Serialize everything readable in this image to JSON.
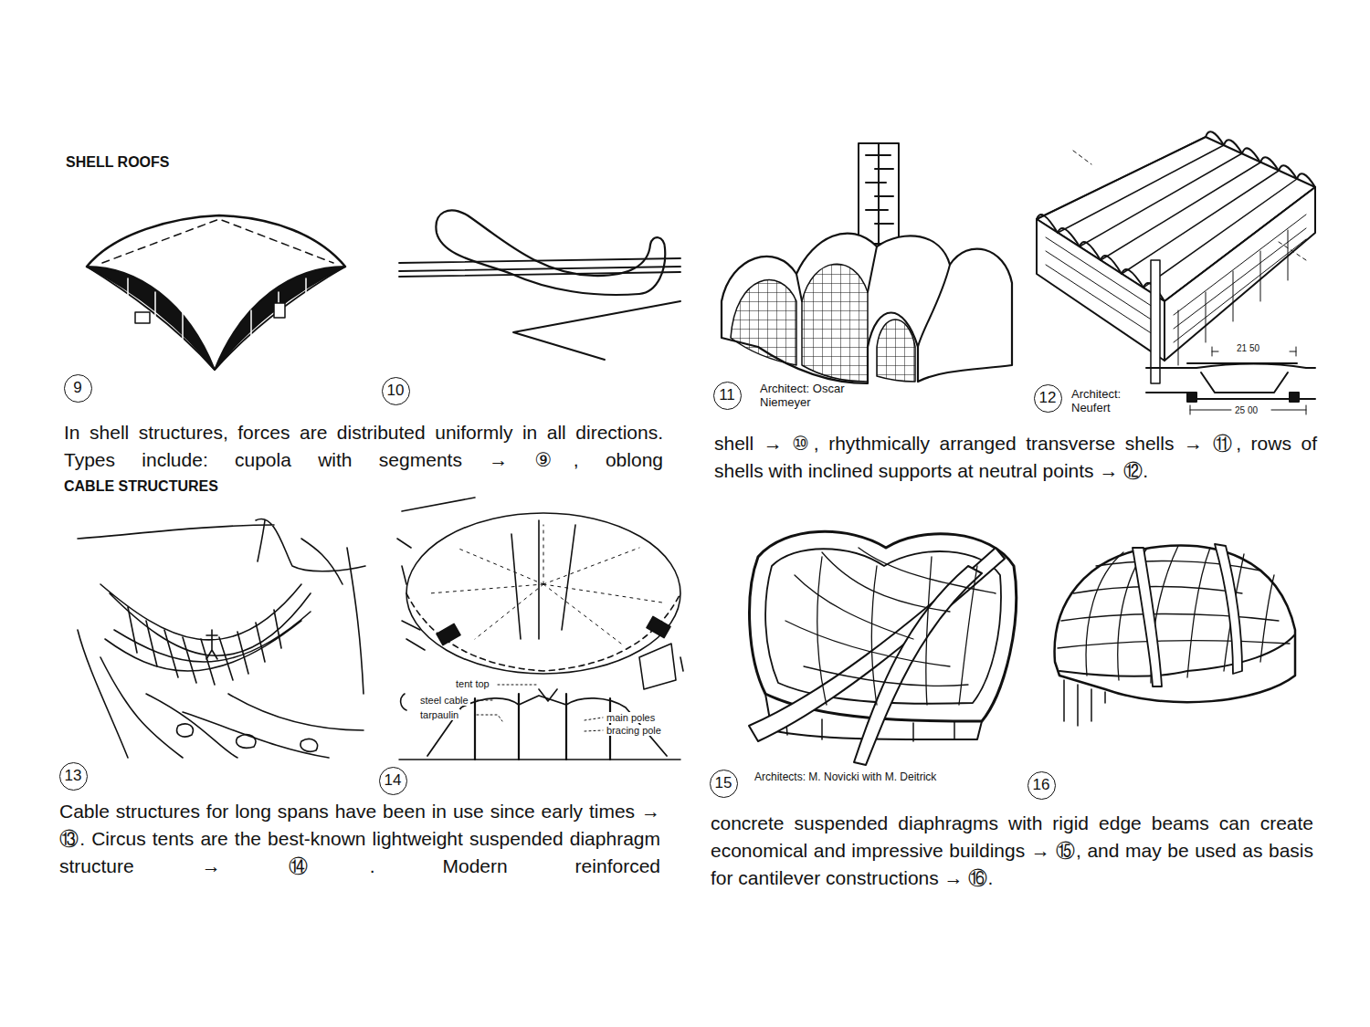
{
  "diagram": {
    "title": "SHELL ROOFS",
    "nodes": [
      {
        "text": [
          "9"
        ]
      },
      {
        "text": [
          "10"
        ]
      },
      {
        "text": [
          "11"
        ]
      },
      {
        "text": [
          "12"
        ]
      },
      {
        "text": [
          "13"
        ]
      },
      {
        "text": [
          "14"
        ]
      },
      {
        "text": [
          "15"
        ]
      },
      {
        "text": [
          "16"
        ]
      }
    ],
    "labels": [
      "CABLE STRUCTURES",
      "Architect: Oscar Niemeyer",
      "Architect: Neufert",
      "21 50",
      "25 00",
      "In shell structures, forces are distributed uniformly in all directions. Types include: cupola with segments → ⑨, oblong",
      "shell → ⑩, rhythmically arranged transverse shells → ⑪, rows of shells with inclined supports at neutral points → ⑫.",
      "tent top",
      "steel cable",
      "tarpaulin",
      "main poles",
      "bracing pole",
      "Architects: M. Novicki with M. Deitrick",
      "Cable structures for long spans have been in use since early times → ⑬. Circus tents are the best-known lightweight suspended diaphragm structure → ⑭. Modern reinforced",
      "concrete suspended diaphragms with rigid edge beams can create economical and impressive buildings → ⑮, and may be used as basis for cantilever constructions → ⑯."
    ]
  }
}
